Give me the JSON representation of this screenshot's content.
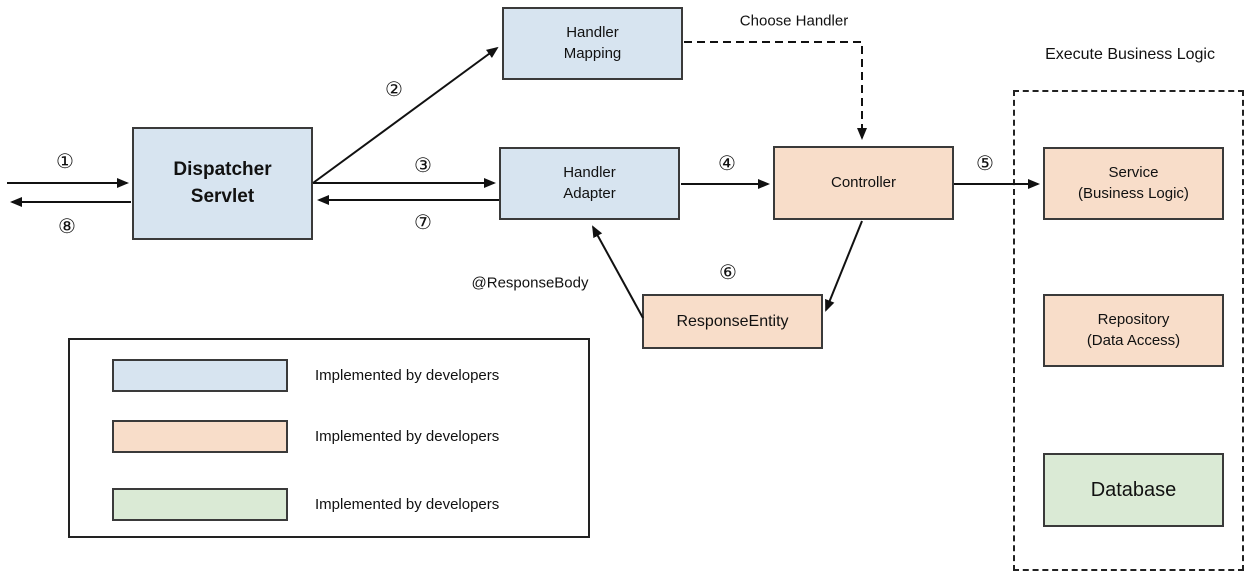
{
  "nodes": {
    "dispatcher": {
      "label": "Dispatcher\nServlet"
    },
    "handler_mapping": {
      "label": "Handler\nMapping"
    },
    "handler_adapter": {
      "label": "Handler\nAdapter"
    },
    "controller": {
      "label": "Controller"
    },
    "response_entity": {
      "label": "ResponseEntity"
    },
    "service": {
      "label": "Service\n(Business Logic)"
    },
    "repository": {
      "label": "Repository\n(Data Access)"
    },
    "database": {
      "label": "Database"
    }
  },
  "steps": {
    "s1": "①",
    "s2": "②",
    "s3": "③",
    "s4": "④",
    "s5": "⑤",
    "s6": "⑥",
    "s7": "⑦",
    "s8": "⑧"
  },
  "labels": {
    "choose_handler": "Choose Handler",
    "execute_business_logic": "Execute Business Logic",
    "response_body": "@ResponseBody"
  },
  "legend": {
    "items": [
      {
        "color_key": "blue",
        "label": "Implemented by developers"
      },
      {
        "color_key": "peach",
        "label": "Implemented by developers"
      },
      {
        "color_key": "green",
        "label": "Implemented by developers"
      }
    ]
  },
  "colors": {
    "blue": "#d7e4f0",
    "peach": "#f8ddc9",
    "green": "#daead5",
    "border": "#3a3a3a",
    "line": "#111111"
  }
}
